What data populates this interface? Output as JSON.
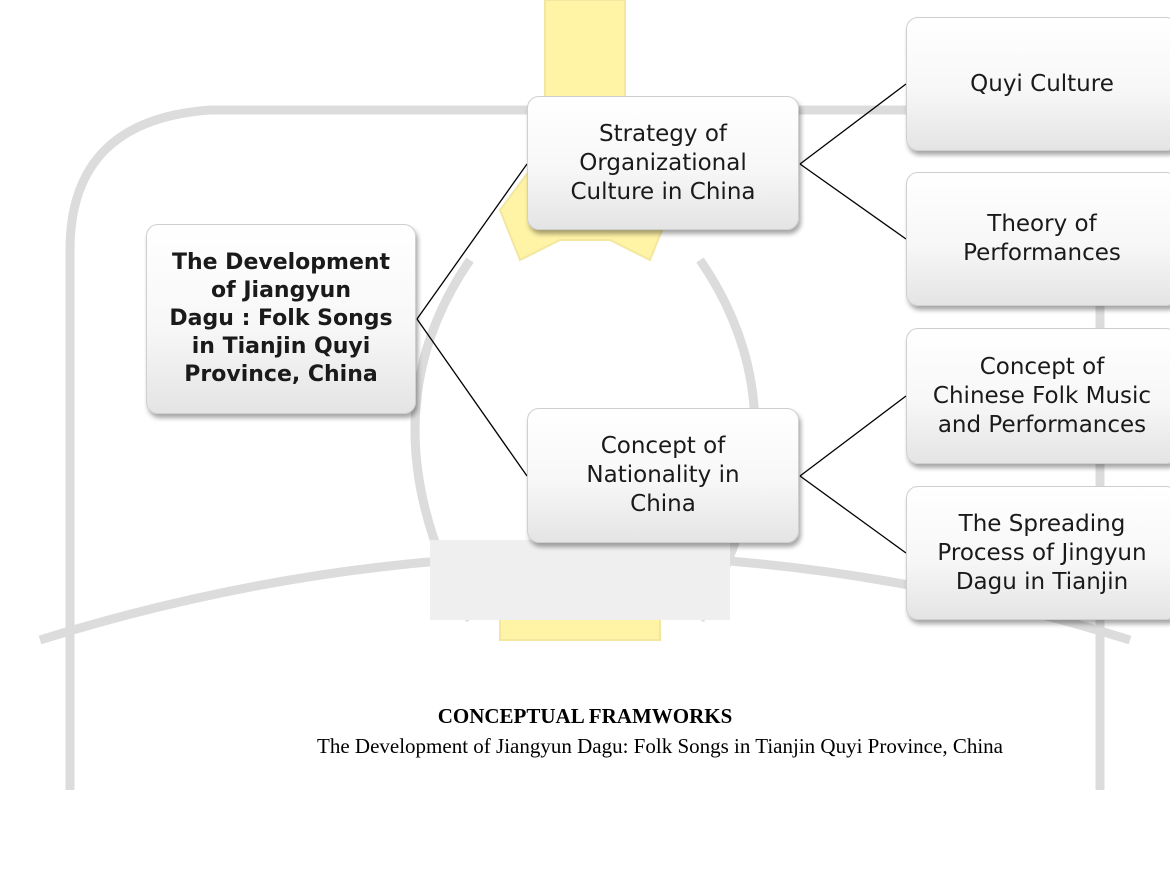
{
  "diagram": {
    "root": {
      "label": "The Development\nof Jiangyun\nDagu : Folk Songs\nin Tianjin Quyi\nProvince, China"
    },
    "branches": [
      {
        "label": "Strategy of\nOrganizational\nCulture in China",
        "children": [
          {
            "label": "Quyi Culture"
          },
          {
            "label": "Theory of\nPerformances"
          }
        ]
      },
      {
        "label": "Concept of\nNationality in\nChina",
        "children": [
          {
            "label": "Concept of\nChinese Folk Music\nand Performances"
          },
          {
            "label": "The Spreading\nProcess of Jingyun\nDagu in Tianjin"
          }
        ]
      }
    ]
  },
  "caption": {
    "title": "CONCEPTUAL FRAMWORKS",
    "subtitle": "The Development of Jiangyun Dagu: Folk Songs in Tianjin Quyi Province, China"
  },
  "colors": {
    "watermark_outline": "#dcdcdc",
    "watermark_fill": "#fff3a6",
    "connector": "#000000"
  }
}
